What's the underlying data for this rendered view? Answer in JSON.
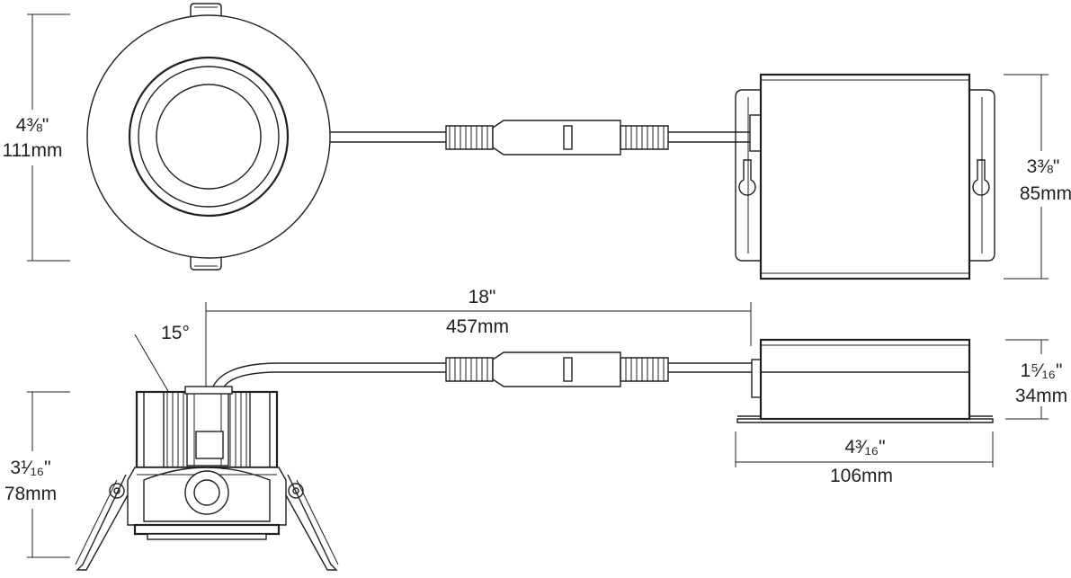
{
  "dimensions": {
    "trim_diameter_in": "4⅜\"",
    "trim_diameter_mm": "111mm",
    "driver_width_in": "3⅜\"",
    "driver_width_mm": "85mm",
    "cable_length_in": "18\"",
    "cable_length_mm": "457mm",
    "tilt_angle": "15°",
    "fixture_height_in": "3¹⁄₁₆\"",
    "fixture_height_mm": "78mm",
    "driver_height_in": "1⁵⁄₁₆\"",
    "driver_height_mm": "34mm",
    "driver_length_in": "4³⁄₁₆\"",
    "driver_length_mm": "106mm"
  },
  "colors": {
    "line": "#231f20",
    "background": "#ffffff"
  }
}
